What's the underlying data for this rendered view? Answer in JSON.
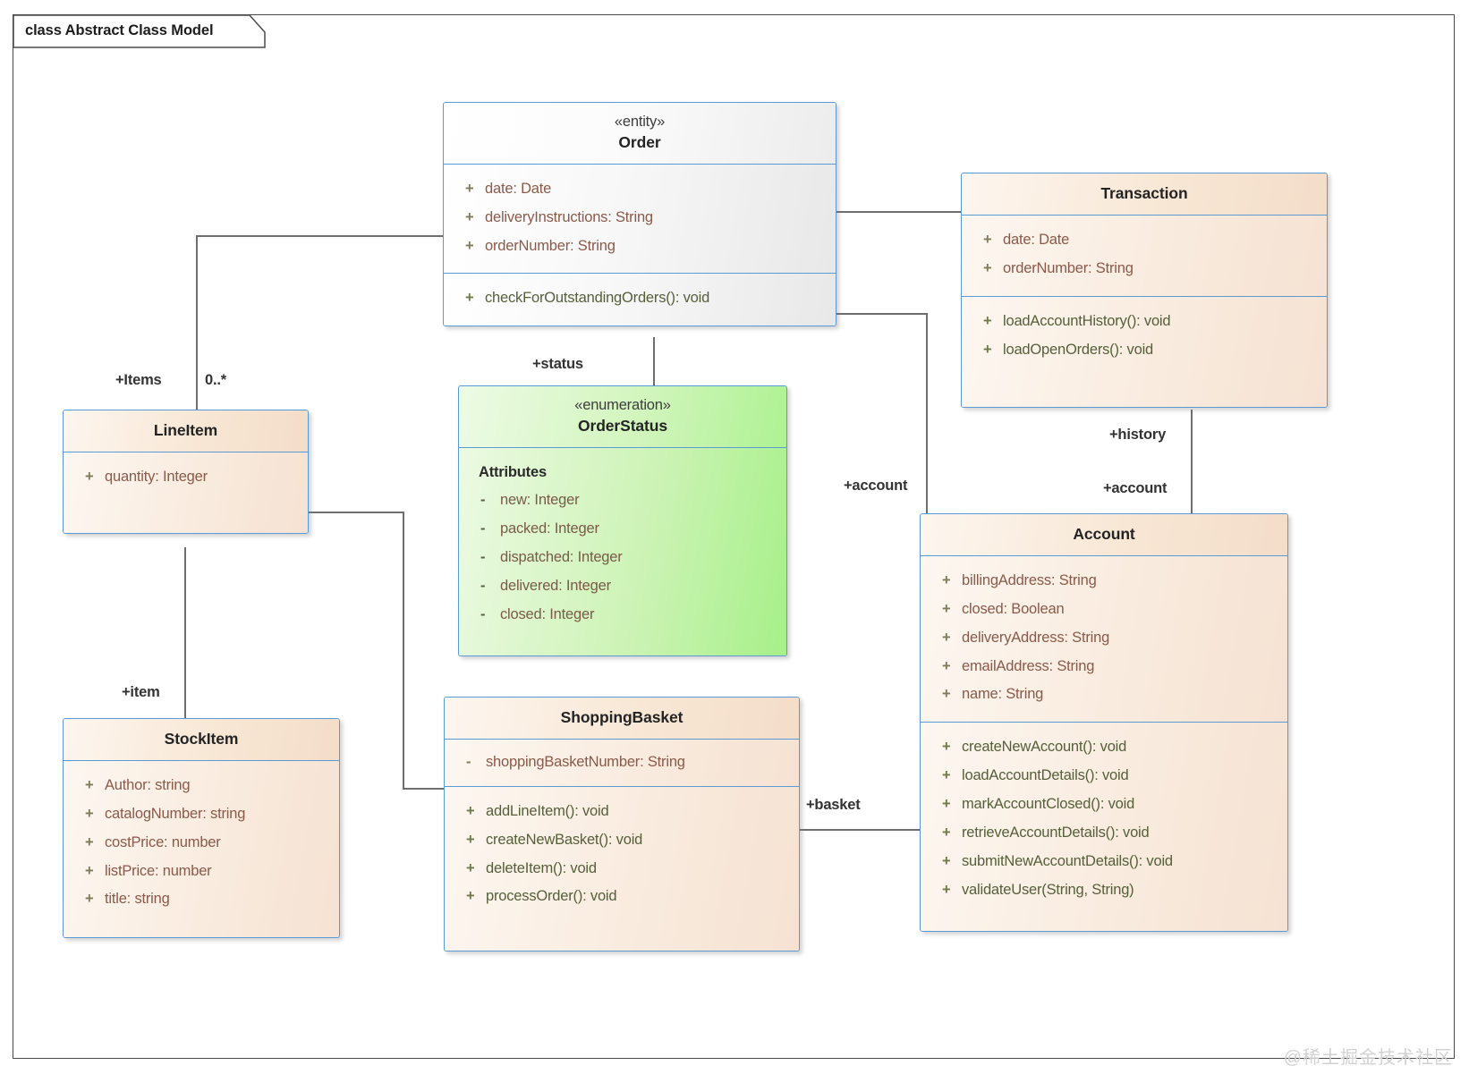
{
  "diagram": {
    "frame_label": "class Abstract Class Model",
    "watermark": "@稀土掘金技术社区",
    "colors": {
      "border": "#5a9bd5",
      "connector": "#6e6e6e",
      "frame": "#4a4a4a",
      "tan_fill": "#f8e7d5",
      "grey_fill": "#ececec",
      "green_fill": "#aef293",
      "attribute_text": "#8a5a4a",
      "operation_text": "#555f3a"
    }
  },
  "classes": {
    "order": {
      "stereotype": "«entity»",
      "name": "Order",
      "attributes": [
        {
          "visibility": "+",
          "text": "date: Date"
        },
        {
          "visibility": "+",
          "text": "deliveryInstructions: String"
        },
        {
          "visibility": "+",
          "text": "orderNumber: String"
        }
      ],
      "operations": [
        {
          "visibility": "+",
          "text": "checkForOutstandingOrders(): void"
        }
      ]
    },
    "transaction": {
      "stereotype": "",
      "name": "Transaction",
      "attributes": [
        {
          "visibility": "+",
          "text": "date: Date"
        },
        {
          "visibility": "+",
          "text": "orderNumber: String"
        }
      ],
      "operations": [
        {
          "visibility": "+",
          "text": "loadAccountHistory(): void"
        },
        {
          "visibility": "+",
          "text": "loadOpenOrders(): void"
        }
      ]
    },
    "orderstatus": {
      "stereotype": "«enumeration»",
      "name": "OrderStatus",
      "section_title": "Attributes",
      "attributes": [
        {
          "visibility": "-",
          "text": "new: Integer"
        },
        {
          "visibility": "-",
          "text": "packed: Integer"
        },
        {
          "visibility": "-",
          "text": "dispatched: Integer"
        },
        {
          "visibility": "-",
          "text": "delivered: Integer"
        },
        {
          "visibility": "-",
          "text": "closed: Integer"
        }
      ]
    },
    "lineitem": {
      "stereotype": "",
      "name": "LineItem",
      "attributes": [
        {
          "visibility": "+",
          "text": "quantity: Integer"
        }
      ]
    },
    "stockitem": {
      "stereotype": "",
      "name": "StockItem",
      "attributes": [
        {
          "visibility": "+",
          "text": "Author: string"
        },
        {
          "visibility": "+",
          "text": "catalogNumber: string"
        },
        {
          "visibility": "+",
          "text": "costPrice: number"
        },
        {
          "visibility": "+",
          "text": "listPrice: number"
        },
        {
          "visibility": "+",
          "text": "title: string"
        }
      ]
    },
    "shoppingbasket": {
      "stereotype": "",
      "name": "ShoppingBasket",
      "attributes": [
        {
          "visibility": "-",
          "text": "shoppingBasketNumber: String"
        }
      ],
      "operations": [
        {
          "visibility": "+",
          "text": "addLineItem(): void"
        },
        {
          "visibility": "+",
          "text": "createNewBasket(): void"
        },
        {
          "visibility": "+",
          "text": "deleteItem(): void"
        },
        {
          "visibility": "+",
          "text": "processOrder(): void"
        }
      ]
    },
    "account": {
      "stereotype": "",
      "name": "Account",
      "attributes": [
        {
          "visibility": "+",
          "text": "billingAddress: String"
        },
        {
          "visibility": "+",
          "text": "closed: Boolean"
        },
        {
          "visibility": "+",
          "text": "deliveryAddress: String"
        },
        {
          "visibility": "+",
          "text": "emailAddress: String"
        },
        {
          "visibility": "+",
          "text": "name: String"
        }
      ],
      "operations": [
        {
          "visibility": "+",
          "text": "createNewAccount(): void"
        },
        {
          "visibility": "+",
          "text": "loadAccountDetails(): void"
        },
        {
          "visibility": "+",
          "text": "markAccountClosed(): void"
        },
        {
          "visibility": "+",
          "text": "retrieveAccountDetails(): void"
        },
        {
          "visibility": "+",
          "text": "submitNewAccountDetails(): void"
        },
        {
          "visibility": "+",
          "text": "validateUser(String, String)"
        }
      ]
    }
  },
  "edge_labels": {
    "items": "+Items",
    "multiplicity_items": "0..*",
    "item": "+item",
    "status": "+status",
    "account_left": "+account",
    "account_right": "+account",
    "history": "+history",
    "basket": "+basket"
  }
}
